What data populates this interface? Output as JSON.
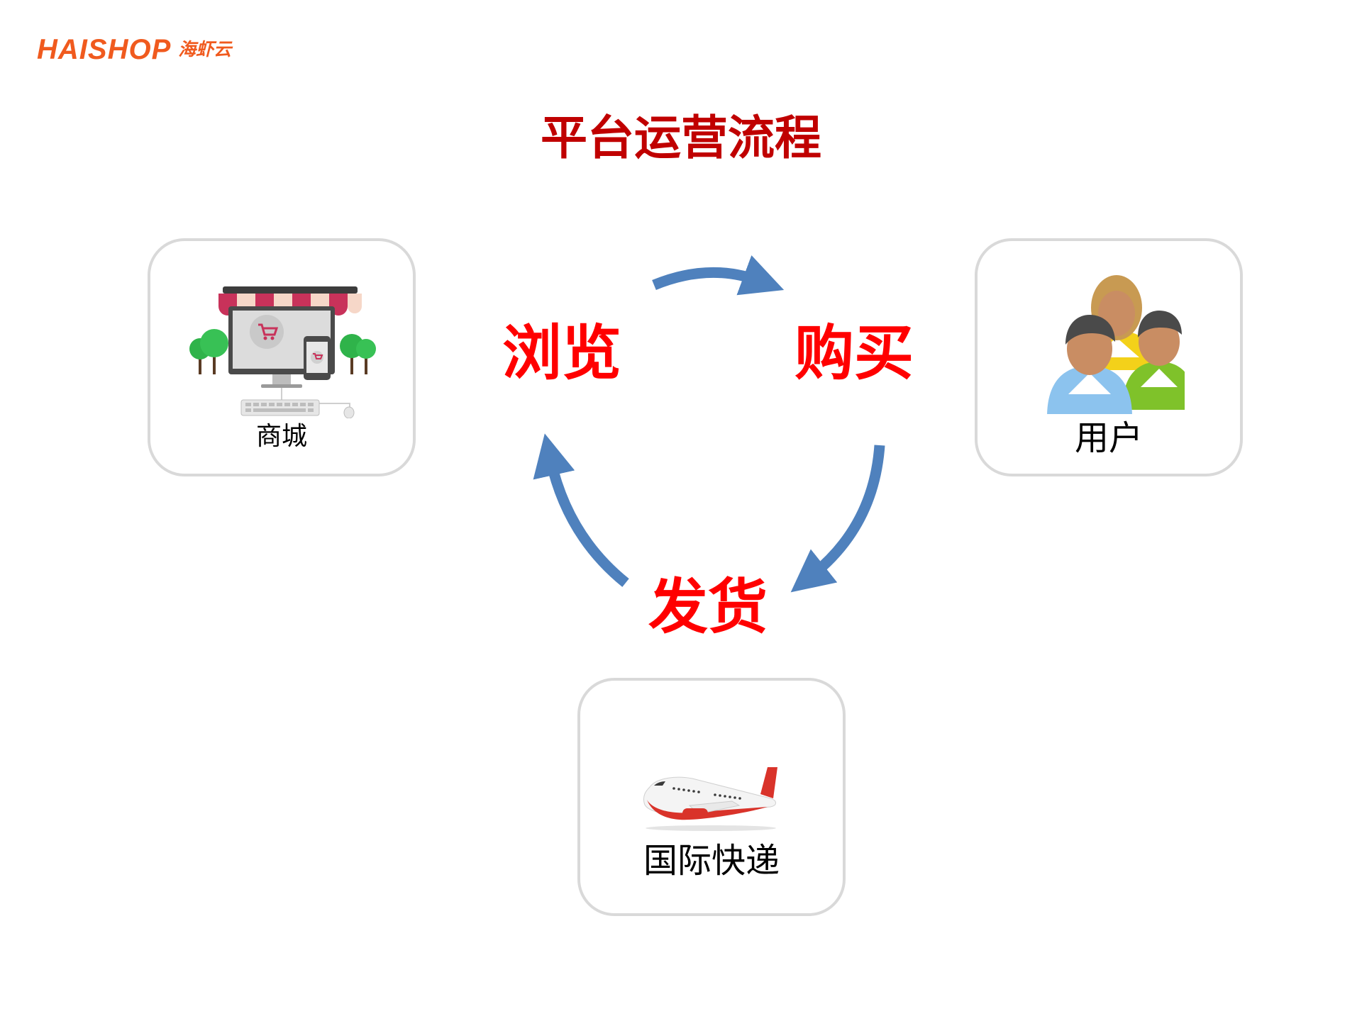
{
  "logo": {
    "wordmark": "HAISHOP",
    "cn": "海虾云"
  },
  "title": "平台运营流程",
  "nodes": {
    "mall": {
      "label": "商城",
      "icon": "online-store-icon"
    },
    "user": {
      "label": "用户",
      "icon": "user-group-icon"
    },
    "express": {
      "label": "国际快递",
      "icon": "airplane-icon"
    }
  },
  "steps": {
    "browse": "浏览",
    "buy": "购买",
    "ship": "发货"
  },
  "colors": {
    "brand": "#f05a1e",
    "title": "#c00000",
    "step": "#ff0000",
    "arrow": "#4f81bd",
    "box_border": "#d9d9d9"
  }
}
